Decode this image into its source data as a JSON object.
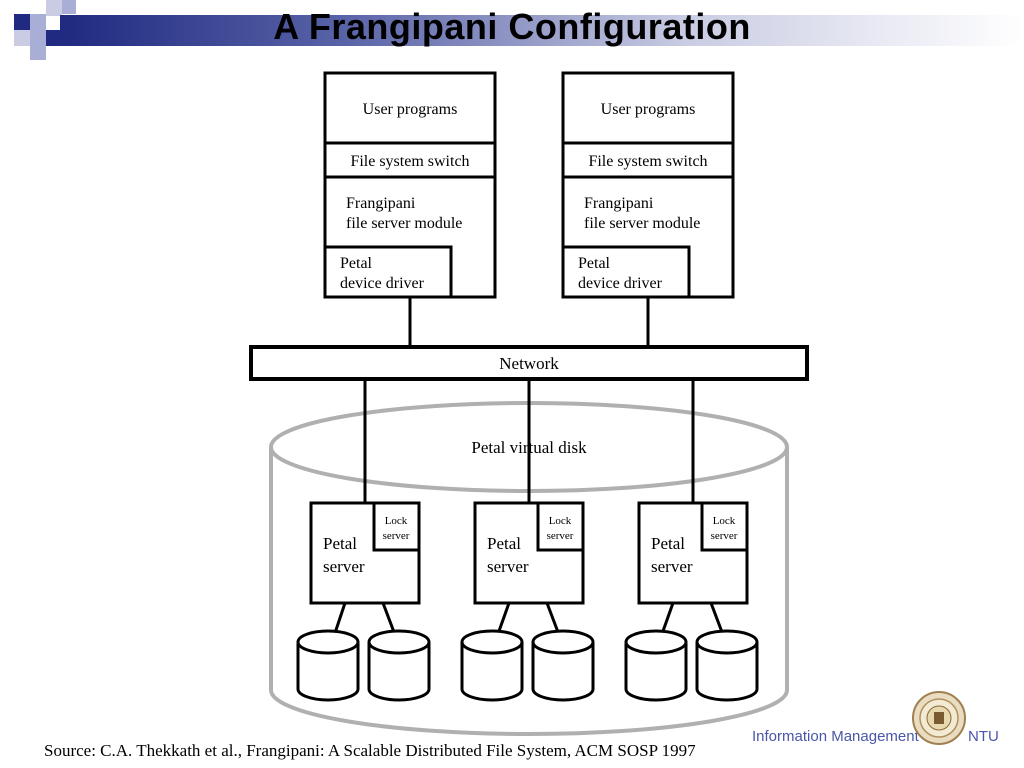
{
  "title": "A Frangipani Configuration",
  "client_box": {
    "user_programs": "User programs",
    "fs_switch": "File system switch",
    "fpm_line1": "Frangipani",
    "fpm_line2": "file server module",
    "driver_line1": "Petal",
    "driver_line2": "device driver"
  },
  "network_label": "Network",
  "virtual_disk_label": "Petal virtual disk",
  "server_box": {
    "line1": "Petal",
    "line2": "server",
    "lock_line1": "Lock",
    "lock_line2": "server"
  },
  "source": "Source: C.A. Thekkath et al., Frangipani: A Scalable Distributed File System, ACM SOSP 1997",
  "footer": {
    "left": "Information Management",
    "right": "NTU"
  },
  "colors": {
    "accent_dark": "#1f2a80",
    "accent_light": "#a9aed6",
    "footer_text": "#4a56a6",
    "disk_outline": "#b0b0b0"
  }
}
